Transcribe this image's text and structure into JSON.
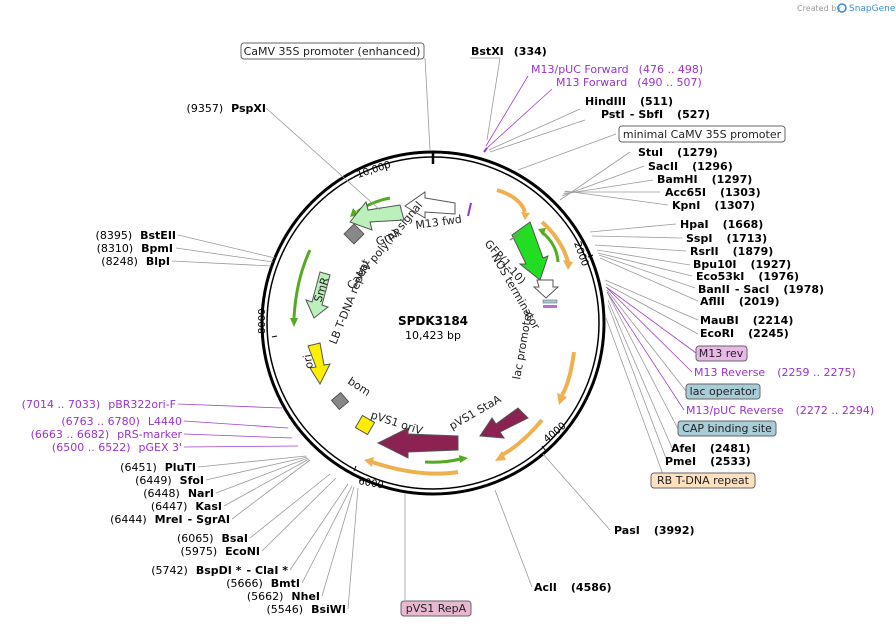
{
  "brand": {
    "text": "Created by",
    "app": "SnapGene"
  },
  "plasmid": {
    "name": "SPDK3184",
    "length": "10,423 bp"
  },
  "ticks": [
    "10,000",
    "2000",
    "4000",
    "6000",
    "8000"
  ],
  "sites_right": [
    {
      "name": "BstXI",
      "pos": "(334)"
    },
    {
      "name": "HindIII",
      "pos": "(511)"
    },
    {
      "name": "PstI",
      "sep": "-",
      "name2": "SbfI",
      "pos": "(527)"
    },
    {
      "name": "StuI",
      "pos": "(1279)"
    },
    {
      "name": "SacII",
      "pos": "(1296)"
    },
    {
      "name": "BamHI",
      "pos": "(1297)"
    },
    {
      "name": "Acc65I",
      "pos": "(1303)"
    },
    {
      "name": "KpnI",
      "pos": "(1307)"
    },
    {
      "name": "HpaI",
      "pos": "(1668)"
    },
    {
      "name": "SspI",
      "pos": "(1713)"
    },
    {
      "name": "RsrII",
      "pos": "(1879)"
    },
    {
      "name": "Bpu10I",
      "pos": "(1927)"
    },
    {
      "name": "Eco53kI",
      "pos": "(1976)"
    },
    {
      "name": "BanII",
      "sep": "-",
      "name2": "SacI",
      "pos": "(1978)"
    },
    {
      "name": "AflII",
      "pos": "(2019)"
    },
    {
      "name": "MauBI",
      "pos": "(2214)"
    },
    {
      "name": "EcoRI",
      "pos": "(2245)"
    },
    {
      "name": "AfeI",
      "pos": "(2481)"
    },
    {
      "name": "PmeI",
      "pos": "(2533)"
    },
    {
      "name": "PasI",
      "pos": "(3992)"
    },
    {
      "name": "AclI",
      "pos": "(4586)"
    }
  ],
  "sites_left": [
    {
      "pos": "(9357)",
      "name": "PspXI"
    },
    {
      "pos": "(8395)",
      "name": "BstEII"
    },
    {
      "pos": "(8310)",
      "name": "BpmI"
    },
    {
      "pos": "(8248)",
      "name": "BlpI"
    },
    {
      "pos": "(6451)",
      "name": "PluTI"
    },
    {
      "pos": "(6449)",
      "name": "SfoI"
    },
    {
      "pos": "(6448)",
      "name": "NarI"
    },
    {
      "pos": "(6447)",
      "name": "KasI"
    },
    {
      "pos": "(6444)",
      "name": "MreI",
      "sep": "-",
      "name2": "SgrAI"
    },
    {
      "pos": "(6065)",
      "name": "BsaI"
    },
    {
      "pos": "(5975)",
      "name": "EcoNI"
    },
    {
      "pos": "(5742)",
      "name": "BspDI *",
      "sep": "-",
      "name2": "ClaI *"
    },
    {
      "pos": "(5666)",
      "name": "BmtI"
    },
    {
      "pos": "(5662)",
      "name": "NheI"
    },
    {
      "pos": "(5546)",
      "name": "BsiWI"
    }
  ],
  "primers": [
    {
      "name": "M13/pUC Forward",
      "pos": "(476 .. 498)"
    },
    {
      "name": "M13 Forward",
      "pos": "(490 .. 507)"
    },
    {
      "name": "M13 Reverse",
      "pos": "(2259 .. 2275)"
    },
    {
      "name": "M13/pUC Reverse",
      "pos": "(2272 .. 2294)"
    },
    {
      "pos": "(7014 .. 7033)",
      "name": "pBR322ori-F"
    },
    {
      "pos": "(6763 .. 6780)",
      "name": "L4440"
    },
    {
      "pos": "(6663 .. 6682)",
      "name": "pRS-marker"
    },
    {
      "pos": "(6500 .. 6522)",
      "name": "pGEX 3'"
    }
  ],
  "boxes": {
    "camv_enh": "CaMV 35S promoter (enhanced)",
    "min_camv": "minimal CaMV 35S promoter",
    "m13_rev": "M13 rev",
    "lac_operator": "lac operator",
    "cap_site": "CAP binding site",
    "rb_repeat": "RB T-DNA repeat",
    "pvs1_repa": "pVS1 RepA"
  },
  "features": {
    "m13_fwd": "M13 fwd",
    "gmr": "GmR",
    "camv_polya": "CaMV poly(A) signal",
    "lb_repeat": "LB T-DNA repeat",
    "smr": "SmR",
    "ori": "ori",
    "bom": "bom",
    "pvs1_ori": "pVS1 oriV",
    "pvs1_staa": "pVS1 StaA",
    "gfp": "GFP(1-10)",
    "nos_term": "NOS terminator",
    "lac_promoter": "lac promoter"
  },
  "colors": {
    "gfp": "#22dd22",
    "gmr": "#bbf0bb",
    "smr": "#bbf0bb",
    "ori": "#ffee00",
    "pvs1": "#8b2252",
    "orange_feature": "#f0b050",
    "green_feature": "#55aa22",
    "primer": "#9933cc",
    "m13_rev_bg": "#e8b8e8",
    "operator_bg": "#a8ccd8",
    "rb_bg": "#fde0c0",
    "repa_bg": "#e8b8d0"
  }
}
